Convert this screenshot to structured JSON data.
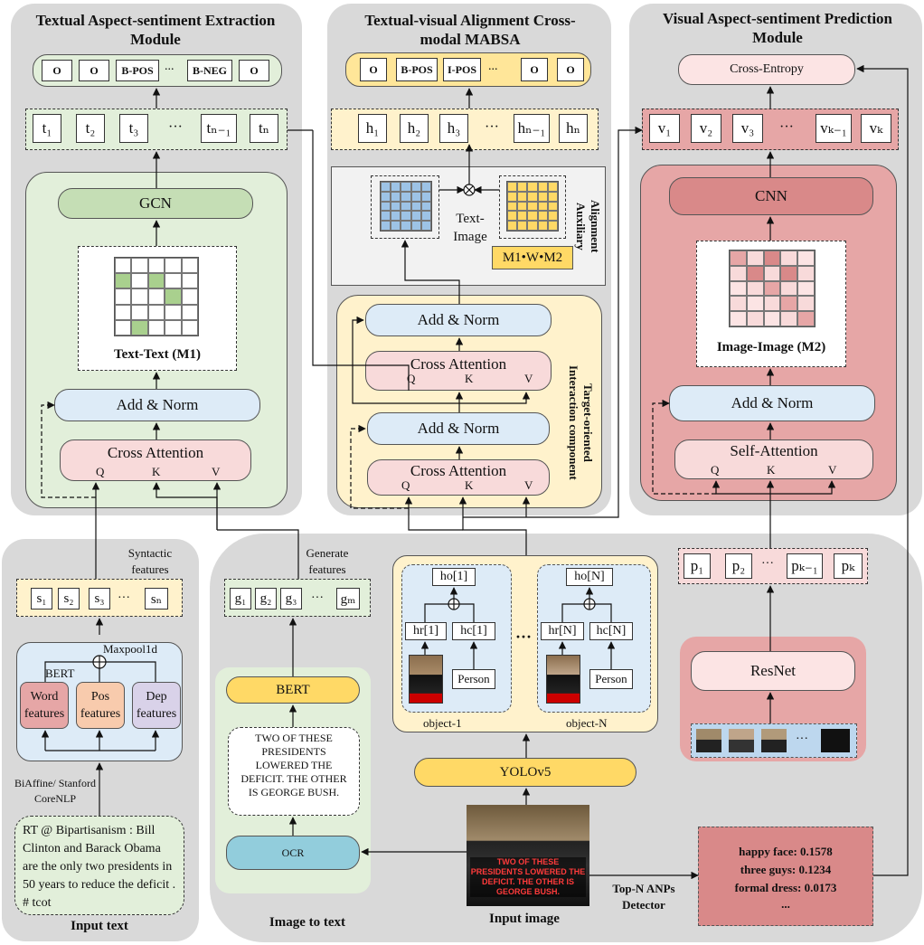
{
  "textual_module": {
    "title": "Textual Aspect-sentiment Extraction Module",
    "labels": [
      "O",
      "O",
      "B-POS",
      "...",
      "B-NEG",
      "O"
    ],
    "tokens": [
      "t₁",
      "t₂",
      "t₃",
      "···",
      "tₙ₋₁",
      "tₙ"
    ],
    "gcn": "GCN",
    "matrix_label": "Text-Text (M1)",
    "add_norm": "Add & Norm",
    "cross_attention": "Cross Attention",
    "q": "Q",
    "k": "K",
    "v": "V"
  },
  "alignment_module": {
    "title": "Textual-visual Alignment Cross-modal MABSA",
    "labels": [
      "O",
      "B-POS",
      "I-POS",
      "...",
      "O",
      "O"
    ],
    "tokens": [
      "h₁",
      "h₂",
      "h₃",
      "···",
      "hₙ₋₁",
      "hₙ"
    ],
    "text_image": "Text-Image",
    "formula": "M1•W•M2",
    "auxiliary": "Alignment Auxiliary",
    "interaction": "Target-oriented Interaction component",
    "add_norm_top": "Add & Norm",
    "cross_attention_top": "Cross Attention",
    "add_norm_bottom": "Add & Norm",
    "cross_attention_bottom": "Cross Attention",
    "q": "Q",
    "k": "K",
    "v": "V"
  },
  "visual_module": {
    "title": "Visual Aspect-sentiment Prediction Module",
    "cross_entropy": "Cross-Entropy",
    "tokens": [
      "v₁",
      "v₂",
      "v₃",
      "···",
      "vₖ₋₁",
      "vₖ"
    ],
    "cnn": "CNN",
    "matrix_label": "Image-Image (M2)",
    "add_norm": "Add & Norm",
    "self_attention": "Self-Attention",
    "q": "Q",
    "k": "K",
    "v": "V"
  },
  "input_text": {
    "syntactic": "Syntactic features",
    "tokens": [
      "s₁",
      "s₂",
      "s₃",
      "···",
      "sₙ"
    ],
    "maxpool": "Maxpool1d",
    "bert": "BERT",
    "word": "Word features",
    "pos": "Pos features",
    "dep": "Dep features",
    "parser": "BiAffine/ Stanford CoreNLP",
    "text": "RT @ Bipartisanism : Bill Clinton and Barack Obama are the only two presidents in 50 years to reduce the deficit . # tcot",
    "caption": "Input text"
  },
  "image_to_text": {
    "generate": "Generate features",
    "tokens": [
      "g₁",
      "g₂",
      "g₃",
      "···",
      "gₘ"
    ],
    "bert": "BERT",
    "ocr_text": "TWO OF THESE PRESIDENTS LOWERED THE DEFICIT. THE OTHER IS GEORGE BUSH.",
    "ocr": "OCR",
    "caption": "Image to text"
  },
  "objects": {
    "obj1": {
      "ho": "ho[1]",
      "hr": "hr[1]",
      "hc": "hc[1]",
      "person": "Person",
      "label": "object-1"
    },
    "objN": {
      "ho": "ho[N]",
      "hr": "hr[N]",
      "hc": "hc[N]",
      "person": "Person",
      "label": "object-N"
    },
    "dots": "···",
    "yolo": "YOLOv5",
    "input_image": "Input image",
    "image_caption": "TWO OF THESE PRESIDENTS LOWERED THE DEFICIT. THE OTHER IS GEORGE BUSH."
  },
  "anp": {
    "tokens": [
      "p₁",
      "p₂",
      "···",
      "pₖ₋₁",
      "pₖ"
    ],
    "resnet": "ResNet",
    "detector": "Top-N ANPs Detector",
    "results": [
      "happy face: 0.1578",
      "three guys: 0.1234",
      "formal dress: 0.0173",
      "..."
    ]
  },
  "colors": {
    "panel": "#d9d9d9",
    "green": "#e2efda",
    "green_dark": "#a9d08e",
    "yellow": "#fff2cc",
    "yellow_dark": "#ffd966",
    "blue": "#ddebf7",
    "pink": "#f8dada",
    "red": "#e6a6a6",
    "teal": "#9dc3e6"
  }
}
